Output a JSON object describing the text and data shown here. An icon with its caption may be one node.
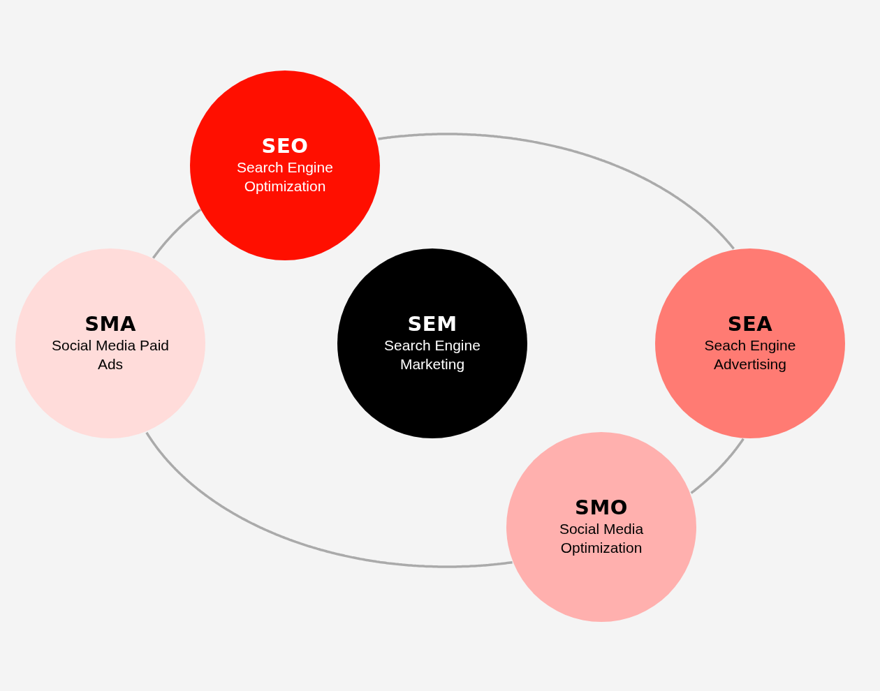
{
  "diagram": {
    "nodes": [
      {
        "text": [
          "SEO",
          "Search Engine Optimization"
        ]
      },
      {
        "text": [
          "SMA",
          "Social Media Paid Ads"
        ]
      },
      {
        "text": [
          "SEM",
          "Search Engine Marketing"
        ]
      },
      {
        "text": [
          "SEA",
          "Seach Engine Advertising"
        ]
      },
      {
        "text": [
          "SMO",
          "Social Media Optimization"
        ]
      }
    ],
    "edges": [
      {
        "from": 0,
        "to": 3,
        "arrow": "none"
      },
      {
        "from": 3,
        "to": 4,
        "arrow": "none"
      },
      {
        "from": 4,
        "to": 1,
        "arrow": "none"
      },
      {
        "from": 1,
        "to": 0,
        "arrow": "none"
      }
    ]
  }
}
